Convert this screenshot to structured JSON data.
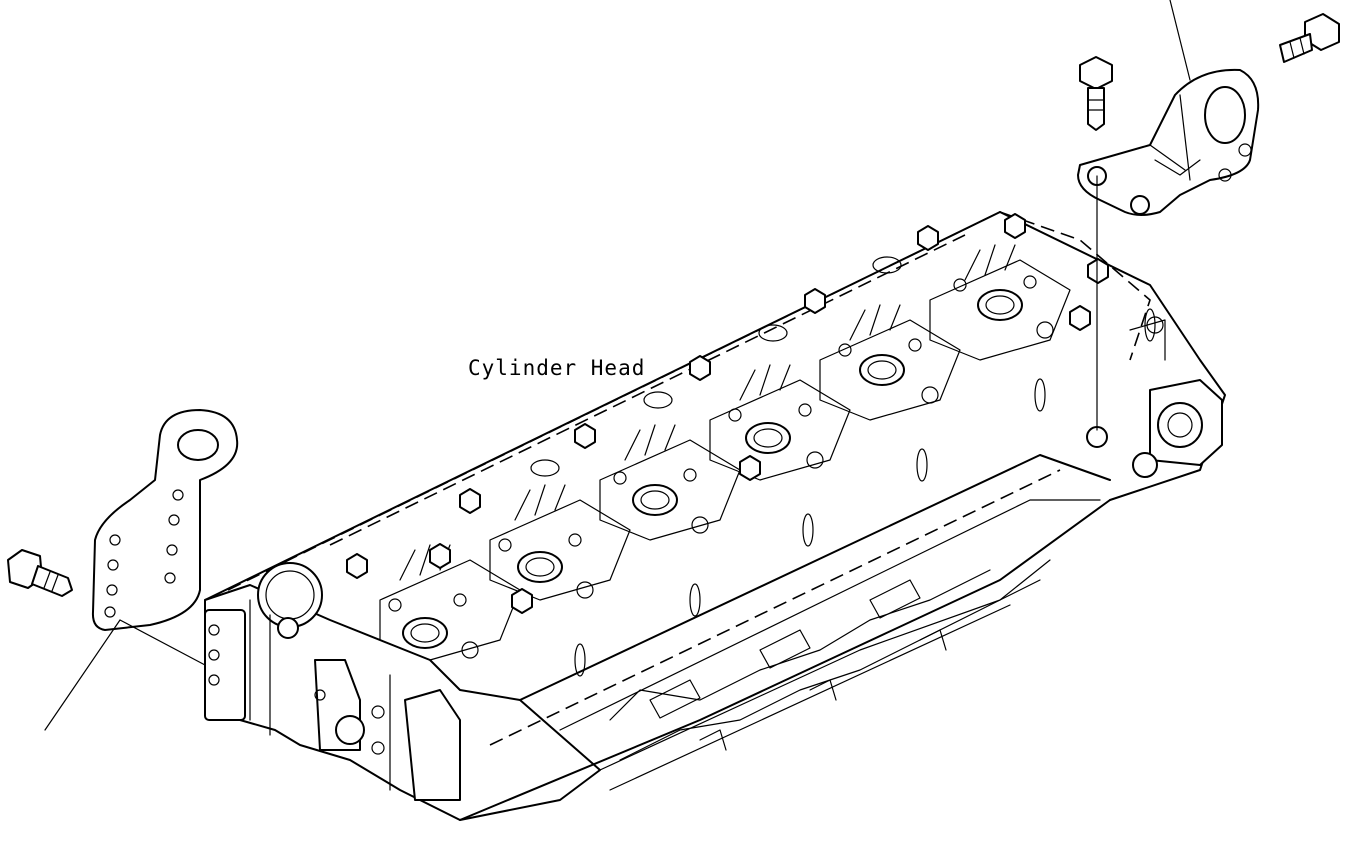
{
  "diagram": {
    "label": "Cylinder Head",
    "colors": {
      "line": "#000000",
      "background": "#ffffff"
    },
    "parts": [
      "cylinder-head",
      "front-lifting-bracket",
      "rear-lifting-bracket",
      "front-bracket-bolt",
      "rear-bracket-bolt-vertical",
      "rear-bracket-bolt-horizontal",
      "head-bolt"
    ]
  }
}
